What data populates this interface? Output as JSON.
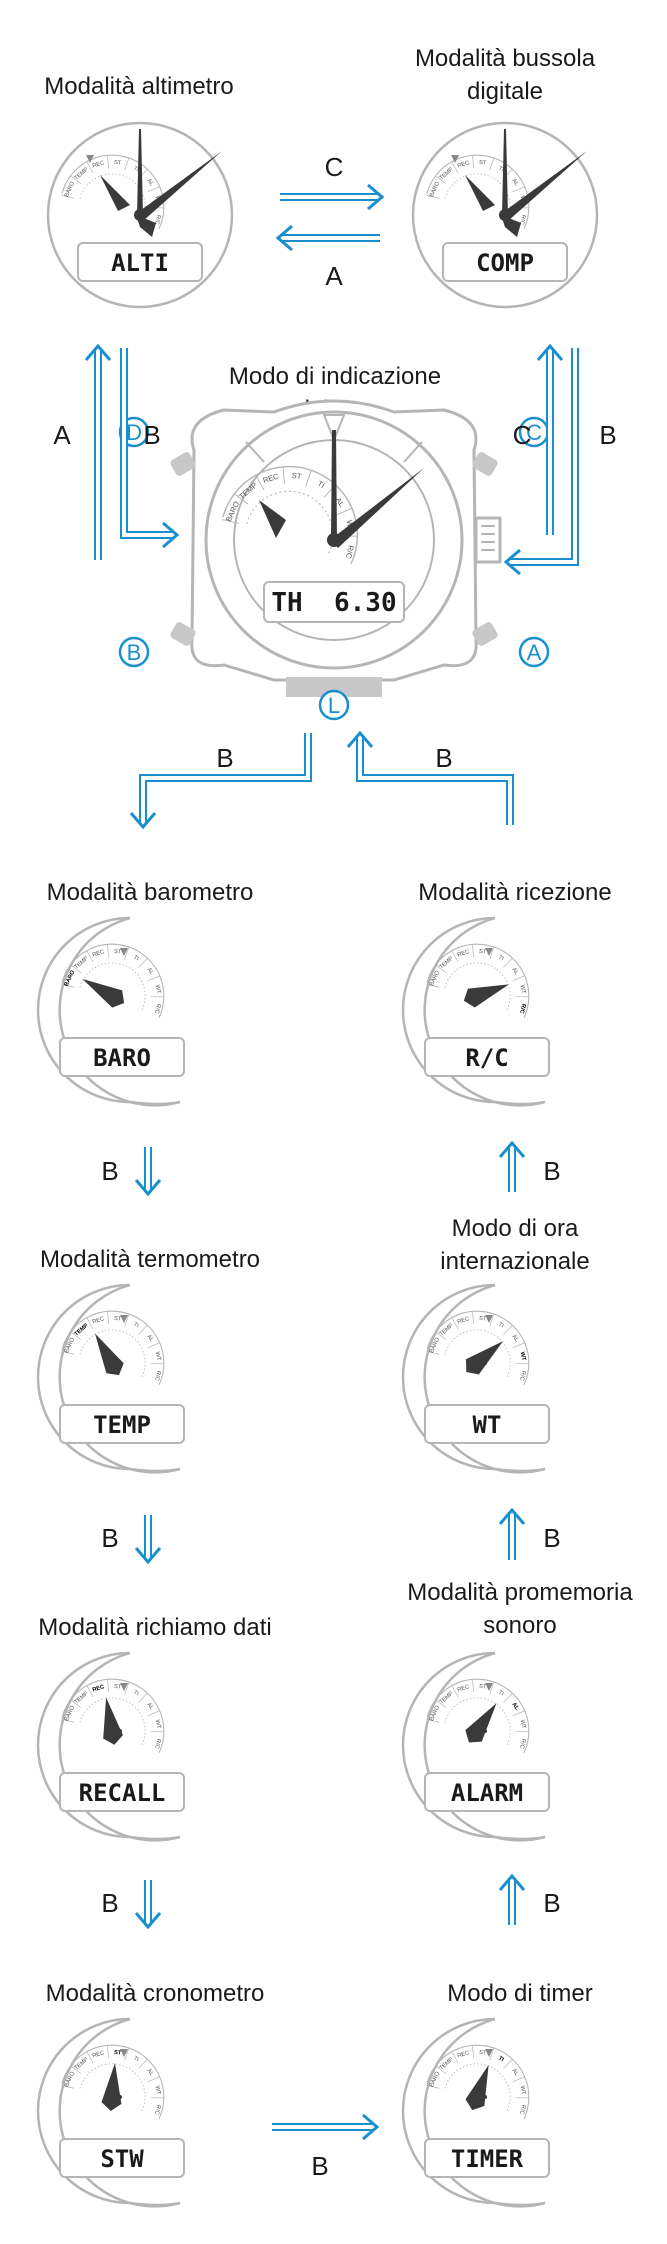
{
  "modes": {
    "alti": {
      "title": "Modalità altimetro",
      "lcd": "ALTI"
    },
    "comp": {
      "title": "Modalità bussola\ndigitale",
      "lcd": "COMP"
    },
    "time": {
      "title": "Modo di indicazione\ndell'ora",
      "lcd": "TH  6.30"
    },
    "baro": {
      "title": "Modalità barometro",
      "lcd": "BARO"
    },
    "rc": {
      "title": "Modalità ricezione",
      "lcd": "R/C"
    },
    "temp": {
      "title": "Modalità termometro",
      "lcd": "TEMP"
    },
    "wt": {
      "title": "Modo di ora\ninternazionale",
      "lcd": "WT"
    },
    "recall": {
      "title": "Modalità richiamo dati",
      "lcd": "RECALL"
    },
    "alarm": {
      "title": "Modalità promemoria\nsonoro",
      "lcd": "ALARM"
    },
    "stw": {
      "title": "Modalità cronometro",
      "lcd": "STW"
    },
    "timer": {
      "title": "Modo di timer",
      "lcd": "TIMER"
    }
  },
  "dial_labels": [
    "BARO",
    "TEMP",
    "REC",
    "ST",
    "TI",
    "AL",
    "WT",
    "R/C"
  ],
  "buttons": {
    "a": "A",
    "b": "B",
    "c": "C",
    "d": "D",
    "l": "L"
  },
  "transitions": {
    "alti_to_comp": "C",
    "comp_to_alti": "A",
    "time_to_alti": "A",
    "alti_to_time": "B",
    "time_to_comp": "C",
    "comp_to_time": "B",
    "time_to_baro": "B",
    "rc_to_time": "B",
    "baro_to_temp": "B",
    "temp_to_recall": "B",
    "recall_to_stw": "B",
    "stw_to_timer": "B",
    "timer_to_alarm": "B",
    "alarm_to_wt": "B",
    "wt_to_rc": "B"
  },
  "colors": {
    "arrow": "#1a8fd0",
    "button": "#1a8fd0",
    "watch_outline": "#b5b5b5",
    "hands": "#3a3a3a"
  }
}
